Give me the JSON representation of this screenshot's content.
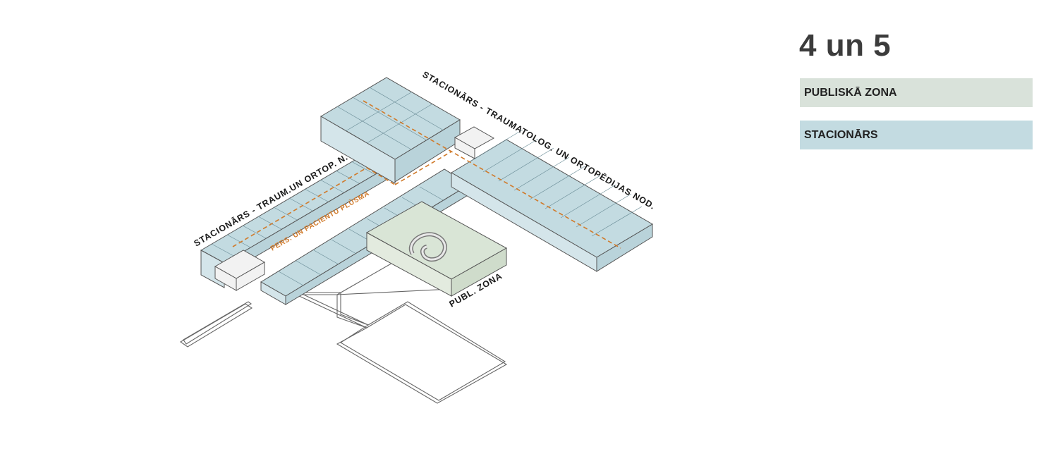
{
  "floor_title": "4 un 5",
  "legend": [
    {
      "label": "PUBLISKĀ ZONA",
      "color": "#d9e2da"
    },
    {
      "label": "STACIONĀRS",
      "color": "#c3dbe1"
    }
  ],
  "labels": {
    "ward_right": "STACIONĀRS - TRAUMATOLOG. UN ORTOPĒDIJAS NOD.",
    "ward_left": "STACIONĀRS - TRAUM.UN ORTOP. N.",
    "flow": "PERS. UN PACIENTU PLŪSMA",
    "public_zone": "PUBL. ZONA"
  },
  "colors": {
    "ward_fill": "#c3dbe1",
    "public_fill": "#d9e5d6",
    "flow_line": "#d07a2a",
    "outline": "#555555"
  }
}
